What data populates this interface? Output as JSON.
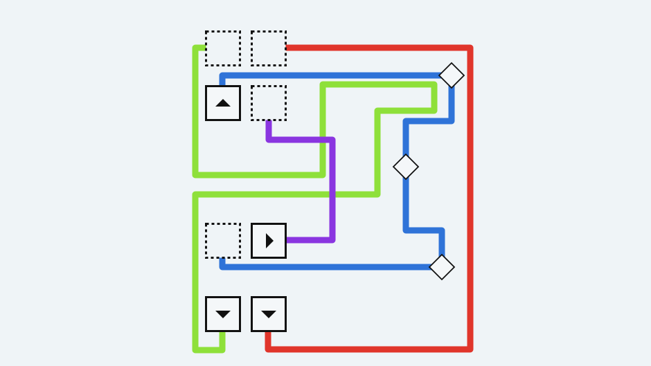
{
  "colors": {
    "background": "#eff4f7",
    "red": "#e0352b",
    "green": "#8ee03a",
    "blue": "#2f73d8",
    "purple": "#8a35e0",
    "tile_border": "#111111"
  },
  "tiles": [
    {
      "type": "empty-slot",
      "row": 0,
      "col": 0
    },
    {
      "type": "empty-slot",
      "row": 0,
      "col": 1
    },
    {
      "type": "arrow",
      "direction": "up",
      "row": 1,
      "col": 0
    },
    {
      "type": "empty-slot",
      "row": 1,
      "col": 1
    },
    {
      "type": "empty-slot",
      "row": 4,
      "col": 0
    },
    {
      "type": "arrow",
      "direction": "right",
      "row": 4,
      "col": 1
    },
    {
      "type": "arrow",
      "direction": "down",
      "row": 6,
      "col": 0
    },
    {
      "type": "arrow",
      "direction": "down",
      "row": 6,
      "col": 1
    }
  ],
  "wires": [
    "red",
    "green",
    "blue",
    "purple"
  ],
  "junction_nodes": 3
}
